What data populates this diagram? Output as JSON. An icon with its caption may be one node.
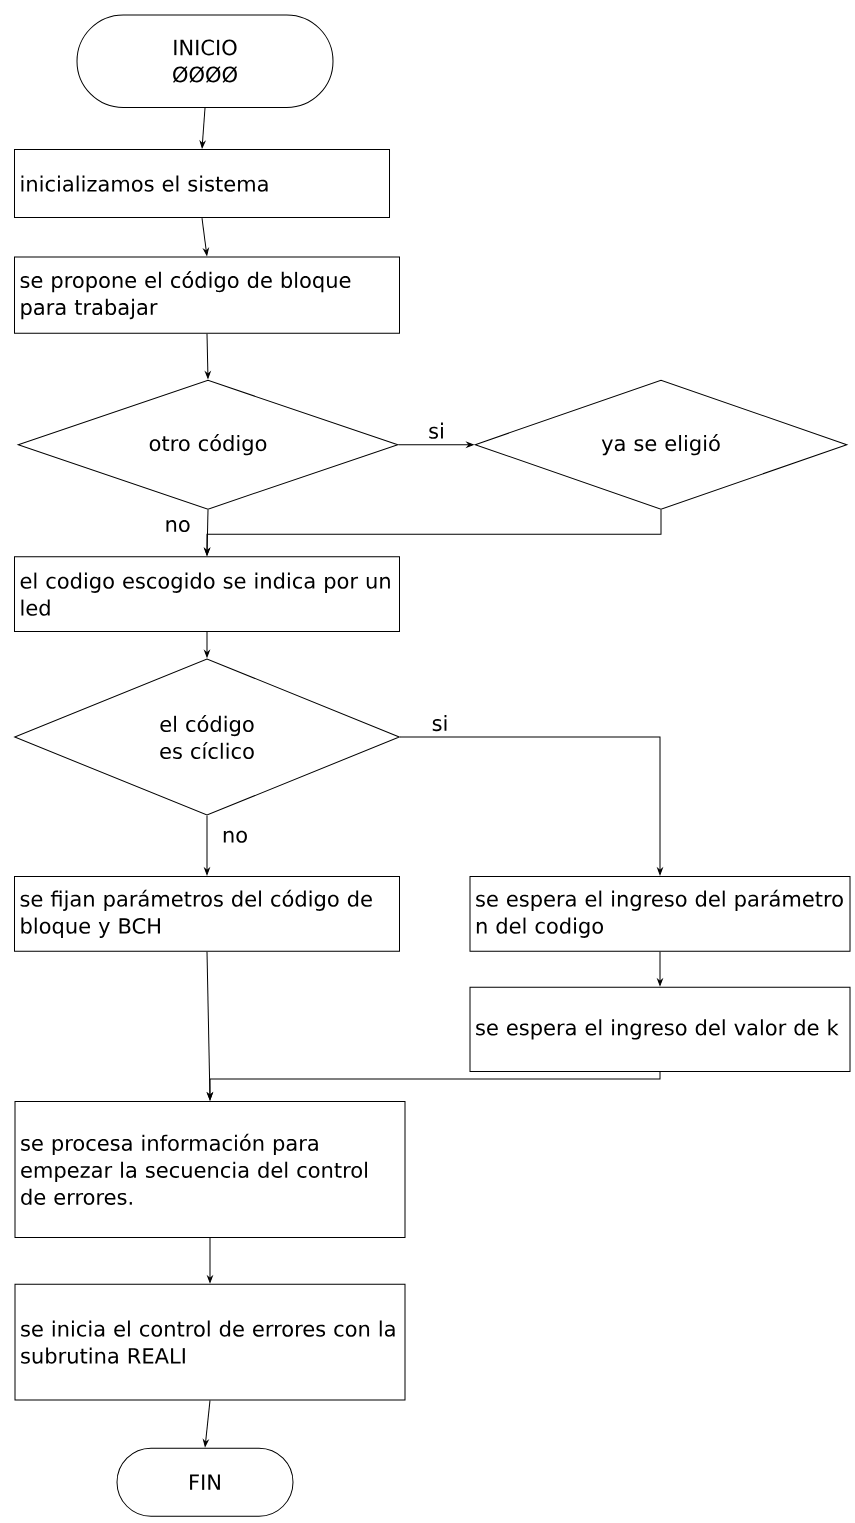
{
  "diagram": {
    "nodes": [
      {
        "text": [
          "INICIO",
          "ØØØØ"
        ]
      },
      {
        "text": [
          "inicializamos el sistema"
        ]
      },
      {
        "text": [
          "se propone el código de bloque para trabajar"
        ]
      },
      {
        "text": [
          "otro código"
        ]
      },
      {
        "text": [
          "ya se eligió"
        ]
      },
      {
        "text": [
          "el codigo escogido se indica por un led"
        ]
      },
      {
        "text": [
          "el código es cíclico"
        ]
      },
      {
        "text": [
          "se fijan parámetros del código de bloque y BCH"
        ]
      },
      {
        "text": [
          "se espera el ingreso del parámetro n del codigo"
        ]
      },
      {
        "text": [
          "se espera el ingreso del valor de k"
        ]
      },
      {
        "text": [
          "se procesa información para empezar la secuencia del control de errores."
        ]
      },
      {
        "text": [
          "se inicia el control de errores con la subrutina REALI"
        ]
      },
      {
        "text": [
          "FIN"
        ]
      }
    ],
    "edges": [
      {
        "from": 0,
        "to": 1,
        "arrow": "to"
      },
      {
        "from": 1,
        "to": 2,
        "arrow": "to"
      },
      {
        "from": 2,
        "to": 3,
        "arrow": "to"
      },
      {
        "from": 3,
        "to": 4,
        "arrow": "to",
        "label": "si"
      },
      {
        "from": 3,
        "to": 5,
        "arrow": "to",
        "label": "no"
      },
      {
        "from": 4,
        "to": 5,
        "arrow": "to"
      },
      {
        "from": 5,
        "to": 6,
        "arrow": "to"
      },
      {
        "from": 6,
        "to": 8,
        "arrow": "to",
        "label": "si"
      },
      {
        "from": 6,
        "to": 7,
        "arrow": "to",
        "label": "no"
      },
      {
        "from": 8,
        "to": 9,
        "arrow": "to"
      },
      {
        "from": 7,
        "to": 10,
        "arrow": "to"
      },
      {
        "from": 9,
        "to": 10,
        "arrow": "to"
      },
      {
        "from": 10,
        "to": 11,
        "arrow": "to"
      },
      {
        "from": 11,
        "to": 12,
        "arrow": "to"
      }
    ]
  }
}
